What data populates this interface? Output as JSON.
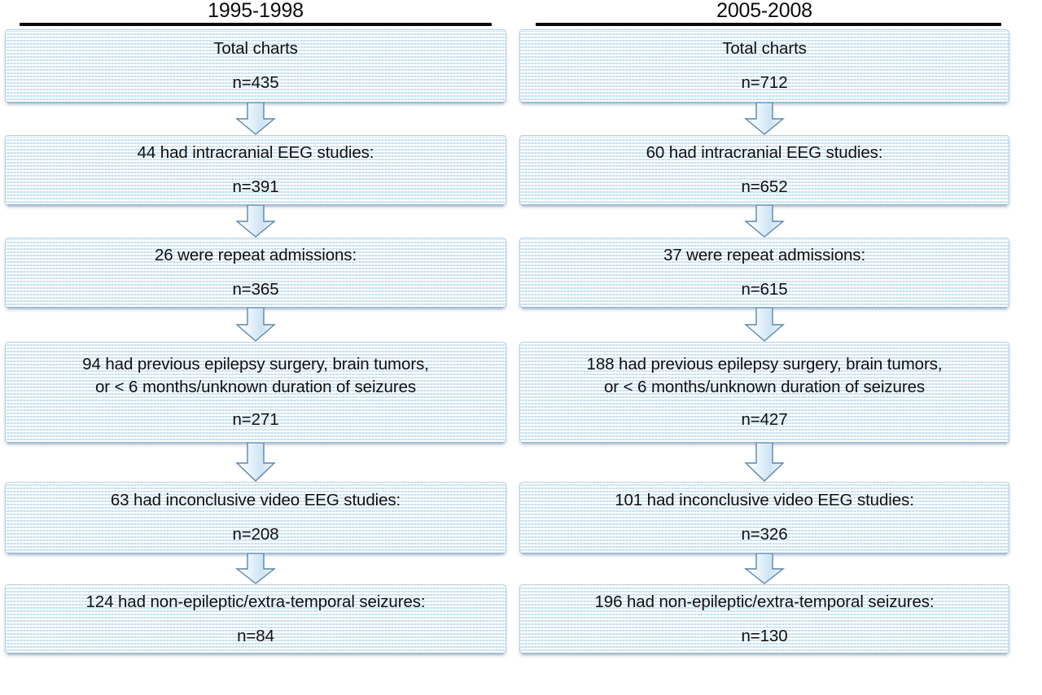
{
  "figure": {
    "type": "flowchart",
    "title": "Patient chart selection flow for two time periods",
    "orientation": "top-to-bottom",
    "columns": 2,
    "accent_box_fill": "#eaf4fb",
    "accent_box_border": "#b7cfe0",
    "arrow_stroke": "#5b86ab",
    "text_color": "#101010",
    "rule_color": "#0a0a0a"
  },
  "columns": [
    {
      "header": "1995-1998",
      "nodes": [
        {
          "line1": "Total charts",
          "count": "n=435"
        },
        {
          "line1": "44 had intracranial EEG studies:",
          "count": "n=391"
        },
        {
          "line1": "26 were repeat admissions:",
          "count": "n=365"
        },
        {
          "line1": "94 had previous epilepsy surgery, brain tumors,",
          "line2": "or < 6 months/unknown duration of seizures",
          "count": "n=271"
        },
        {
          "line1": "63 had inconclusive video EEG studies:",
          "count": "n=208"
        },
        {
          "line1": "124 had non-epileptic/extra-temporal seizures:",
          "count": "n=84"
        }
      ]
    },
    {
      "header": "2005-2008",
      "nodes": [
        {
          "line1": "Total charts",
          "count": "n=712"
        },
        {
          "line1": "60 had intracranial EEG studies:",
          "count": "n=652"
        },
        {
          "line1": "37 were repeat admissions:",
          "count": "n=615"
        },
        {
          "line1": "188 had previous epilepsy surgery, brain tumors,",
          "line2": "or < 6 months/unknown duration of seizures",
          "count": "n=427"
        },
        {
          "line1": "101 had inconclusive video EEG studies:",
          "count": "n=326"
        },
        {
          "line1": "196 had non-epileptic/extra-temporal seizures:",
          "count": "n=130"
        }
      ]
    }
  ],
  "chart_data": {
    "type": "flow",
    "title": "Chart review exclusion flow, 1995-1998 vs 2005-2008",
    "series": [
      {
        "name": "1995-1998",
        "values": [
          435,
          391,
          365,
          271,
          208,
          84
        ],
        "excluded": [
          null,
          44,
          26,
          94,
          63,
          124
        ]
      },
      {
        "name": "2005-2008",
        "values": [
          712,
          652,
          615,
          427,
          326,
          130
        ],
        "excluded": [
          null,
          60,
          37,
          188,
          101,
          196
        ]
      }
    ],
    "stages": [
      "Total charts",
      "had intracranial EEG studies",
      "were repeat admissions",
      "had previous epilepsy surgery, brain tumors, or < 6 months/unknown duration of seizures",
      "had inconclusive video EEG studies",
      "had non-epileptic/extra-temporal seizures"
    ]
  }
}
